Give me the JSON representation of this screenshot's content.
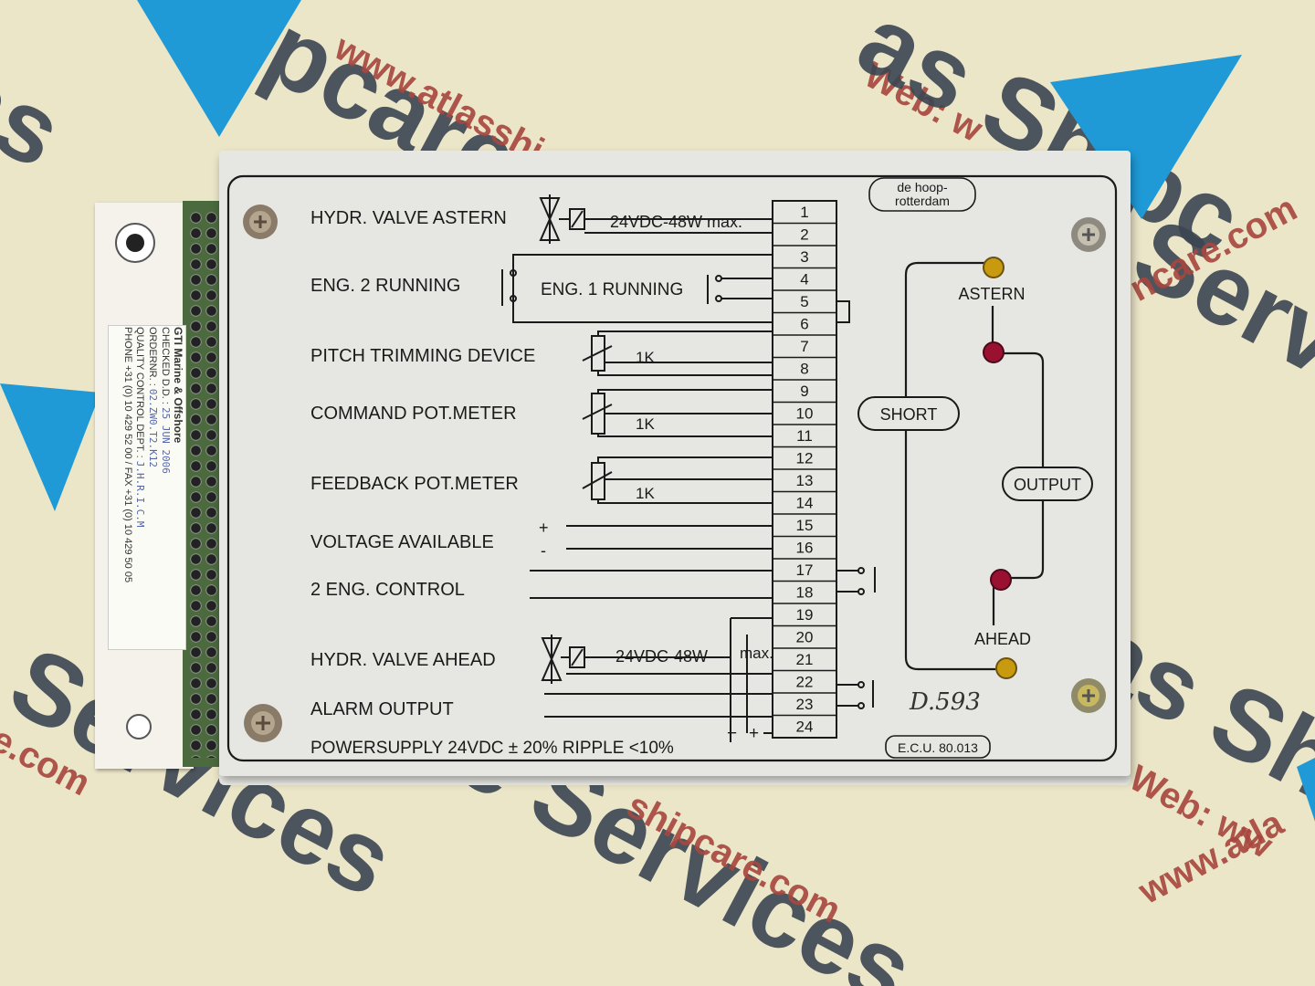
{
  "watermarks": {
    "top": "pcare",
    "url_top": "www.atlasshi",
    "web_top": "Web: w",
    "right_mid": "e Servic",
    "right_url": "ncare.com",
    "left_top": "as",
    "left_mid": "e Services",
    "left_url": "re.com",
    "bottom_mid": "e Services",
    "bottom_url": "shipcare.com",
    "bottom_right": "as Shipca",
    "bottom_web": "Web: ww",
    "bottom_url2": "www.atla",
    "top_right": "as Shipc"
  },
  "label": {
    "brand": "GTI Marine & Offshore",
    "checked": "CHECKED D.D. :",
    "checked_value": "25 JUN 2006",
    "order": "ORDERNR. :",
    "order_value": "02.ZW0.T2.K12",
    "qc": "QUALITY CONTROL DEPT. :",
    "qc_value": "J.H.R.I.C.M",
    "phone": "PHONE +31 (0) 10 429 52 00 / FAX +31 (0) 10 429 50 05"
  },
  "panel": {
    "maker_line1": "de hoop-",
    "maker_line2": "rotterdam",
    "model": "E.C.U. 80.013",
    "terminals": [
      "1",
      "2",
      "3",
      "4",
      "5",
      "6",
      "7",
      "8",
      "9",
      "10",
      "11",
      "12",
      "13",
      "14",
      "15",
      "16",
      "17",
      "18",
      "19",
      "20",
      "21",
      "22",
      "23",
      "24"
    ],
    "rows": {
      "hydr_astern": "HYDR. VALVE ASTERN",
      "astern_spec": "24VDC-48W max.",
      "eng2": "ENG. 2 RUNNING",
      "eng1": "ENG. 1 RUNNING",
      "pitch": "PITCH TRIMMING DEVICE",
      "pitch_val": "1K",
      "command": "COMMAND POT.METER",
      "command_val": "1K",
      "feedback": "FEEDBACK POT.METER",
      "feedback_val": "1K",
      "voltage": "VOLTAGE AVAILABLE",
      "plus": "+",
      "minus": "-",
      "eng_control": "2 ENG. CONTROL",
      "hydr_ahead": "HYDR. VALVE AHEAD",
      "ahead_spec": "24VDC-48W",
      "ahead_max": "max.",
      "alarm": "ALARM OUTPUT",
      "power": "POWERSUPPLY 24VDC ± 20% RIPPLE <10%",
      "power_minus": "−",
      "power_plus": "+"
    },
    "indicators": {
      "astern": "ASTERN",
      "ahead": "AHEAD",
      "short": "SHORT",
      "output": "OUTPUT"
    },
    "colors": {
      "led_amber": "#c89a10",
      "led_red": "#9a1030",
      "plate": "#e6e6e2",
      "ink": "#1a1a1a"
    }
  },
  "handwritten": "D.593"
}
